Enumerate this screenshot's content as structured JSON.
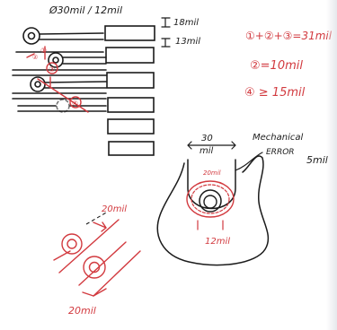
{
  "top_left": {
    "via_label": "Ø30mil / 12mil",
    "spacing_label_1": "18mil",
    "spacing_label_2": "13mil",
    "marker_1": "①",
    "marker_2": "②",
    "marker_3": "③",
    "marker_4": "④"
  },
  "rules": {
    "equation": "①+②+③=31mil",
    "rule_2": "②=10mil",
    "rule_4": "④ ≥ 15mil"
  },
  "pad_detail": {
    "width_label_top": "30",
    "width_label_bottom": "mil",
    "inner_label": "20mil",
    "annulus_label": "12mil",
    "note_line_1": "Mechanical",
    "note_line_2": "ERROR",
    "note_value": "5mil"
  },
  "via_pair": {
    "spacing_top": "20mil",
    "spacing_bottom": "20mil"
  },
  "colors": {
    "black_ink": "#1b1b1b",
    "red_ink": "#d23a3f",
    "paper": "#ffffff"
  }
}
